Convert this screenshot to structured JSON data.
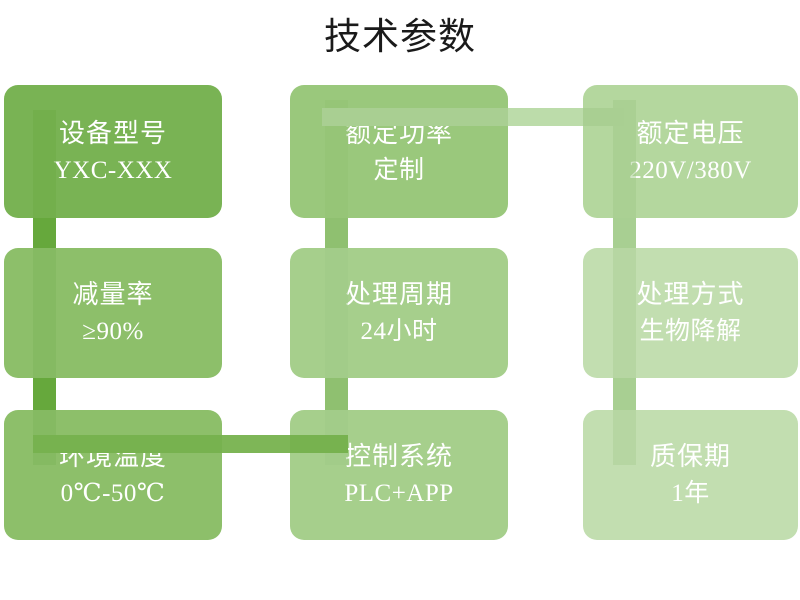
{
  "diagram": {
    "title": "技术参数",
    "type": "spec-grid",
    "rows": 3,
    "columns": 3,
    "accent_colors": {
      "darkest_green": "#79b354",
      "lightest_green": "#c2deb0",
      "text": "#ffffff",
      "title_text": "#1a1a1a",
      "background": "#ffffff"
    },
    "items": [
      {
        "id": "model",
        "label": "设备型号",
        "value": "YXC-XXX",
        "row": 1,
        "col": 1
      },
      {
        "id": "rated-power",
        "label": "额定功率",
        "value": "定制",
        "row": 1,
        "col": 2
      },
      {
        "id": "rated-voltage",
        "label": "额定电压",
        "value": "220V/380V",
        "row": 1,
        "col": 3
      },
      {
        "id": "reduction",
        "label": "减量率",
        "value": "≥90%",
        "row": 2,
        "col": 1
      },
      {
        "id": "cycle",
        "label": "处理周期",
        "value": "24小时",
        "row": 2,
        "col": 2
      },
      {
        "id": "method",
        "label": "处理方式",
        "value": "生物降解",
        "row": 2,
        "col": 3
      },
      {
        "id": "temperature",
        "label": "环境温度",
        "value": "0℃-50℃",
        "row": 3,
        "col": 1
      },
      {
        "id": "control",
        "label": "控制系统",
        "value": "PLC+APP",
        "row": 3,
        "col": 2
      },
      {
        "id": "warranty",
        "label": "质保期",
        "value": "1年",
        "row": 3,
        "col": 3
      }
    ],
    "connectors": [
      {
        "id": "v-col1-r1r2",
        "orientation": "vertical",
        "from": "model",
        "to": "reduction"
      },
      {
        "id": "v-col1-r2r3",
        "orientation": "vertical",
        "from": "reduction",
        "to": "temperature"
      },
      {
        "id": "v-col2-r1r2",
        "orientation": "vertical",
        "from": "rated-power",
        "to": "cycle"
      },
      {
        "id": "v-col2-r2r3",
        "orientation": "vertical",
        "from": "cycle",
        "to": "control"
      },
      {
        "id": "v-col3-r1r2",
        "orientation": "vertical",
        "from": "rated-voltage",
        "to": "method"
      },
      {
        "id": "v-col3-r2r3",
        "orientation": "vertical",
        "from": "method",
        "to": "warranty"
      },
      {
        "id": "h-row1-c2c3",
        "orientation": "horizontal",
        "from": "rated-power",
        "to": "rated-voltage"
      },
      {
        "id": "h-row3-c1c2",
        "orientation": "horizontal",
        "from": "temperature",
        "to": "control"
      }
    ]
  }
}
